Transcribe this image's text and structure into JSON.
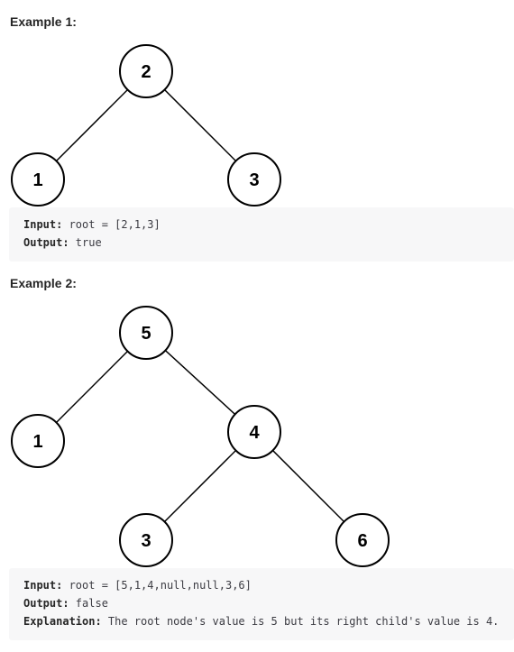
{
  "examples": [
    {
      "heading": "Example 1:",
      "tree": {
        "nodes": [
          {
            "id": "n2",
            "value": "2"
          },
          {
            "id": "n1",
            "value": "1"
          },
          {
            "id": "n3",
            "value": "3"
          }
        ]
      },
      "input_label": "Input:",
      "input_value": " root = [2,1,3]",
      "output_label": "Output:",
      "output_value": " true"
    },
    {
      "heading": "Example 2:",
      "tree": {
        "nodes": [
          {
            "id": "n5",
            "value": "5"
          },
          {
            "id": "n1",
            "value": "1"
          },
          {
            "id": "n4",
            "value": "4"
          },
          {
            "id": "n3",
            "value": "3"
          },
          {
            "id": "n6",
            "value": "6"
          }
        ]
      },
      "input_label": "Input:",
      "input_value": " root = [5,1,4,null,null,3,6]",
      "output_label": "Output:",
      "output_value": " false",
      "explanation_label": "Explanation:",
      "explanation_value": " The root node's value is 5 but its right child's value is 4."
    }
  ]
}
